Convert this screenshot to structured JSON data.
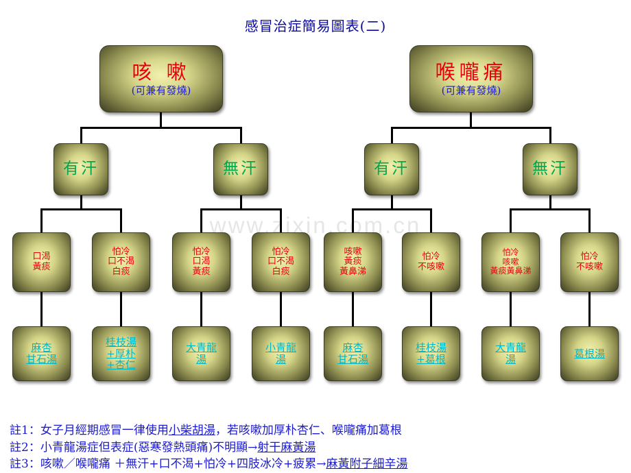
{
  "title": "感冒治症簡易圖表(二)",
  "watermark": "www.zixin.com.cn",
  "colors": {
    "title": "#0a0aa0",
    "symptom_red": "#e8000d",
    "subtitle_blue": "#1b1bcd",
    "sweat_green": "#00a650",
    "prescription_cyan": "#00b7c8",
    "note_blue": "#1b1bcd",
    "box_fill": "#d6d68a",
    "box_edge": "#3b3b20"
  },
  "trees": [
    {
      "root": {
        "line1": "咳 嗽",
        "line2": "(可兼有發燒)"
      },
      "branches": [
        {
          "label": "有汗",
          "symptoms": [
            {
              "line1": "口渴",
              "line2": "黃痰",
              "line3": ""
            },
            {
              "line1": "怕冷",
              "line2": "口不渴",
              "line3": "白痰"
            }
          ],
          "prescriptions": [
            {
              "line1": "麻杏",
              "line2": "甘石湯",
              "line3": ""
            },
            {
              "line1": "桂枝湯",
              "line2": "+厚朴",
              "line3": "+杏仁"
            }
          ]
        },
        {
          "label": "無汗",
          "symptoms": [
            {
              "line1": "怕冷",
              "line2": "口渴",
              "line3": "黃痰"
            },
            {
              "line1": "怕冷",
              "line2": "口不渴",
              "line3": "白痰"
            }
          ],
          "prescriptions": [
            {
              "line1": "大青龍",
              "line2": "湯",
              "line3": ""
            },
            {
              "line1": "小青龍",
              "line2": "湯",
              "line3": ""
            }
          ]
        }
      ]
    },
    {
      "root": {
        "line1": "喉嚨痛",
        "line2": "(可兼有發燒)"
      },
      "branches": [
        {
          "label": "有汗",
          "symptoms": [
            {
              "line1": "咳嗽",
              "line2": "黃痰",
              "line3": "黃鼻涕"
            },
            {
              "line1": "怕冷",
              "line2": "不咳嗽",
              "line3": ""
            }
          ],
          "prescriptions": [
            {
              "line1": "麻杏",
              "line2": "甘石湯",
              "line3": ""
            },
            {
              "line1": "桂枝湯",
              "line2": "+葛根",
              "line3": ""
            }
          ]
        },
        {
          "label": "無汗",
          "symptoms": [
            {
              "line1": "怕冷",
              "line2": "咳嗽",
              "line3": "黃痰黃鼻涕"
            },
            {
              "line1": "怕冷",
              "line2": "不咳嗽",
              "line3": ""
            }
          ],
          "prescriptions": [
            {
              "line1": "大青龍",
              "line2": "湯",
              "line3": ""
            },
            {
              "line1": "葛根湯",
              "line2": "",
              "line3": ""
            }
          ]
        }
      ]
    }
  ],
  "notes": [
    {
      "parts": [
        {
          "text": "註1：女子月經期感冒一律使用",
          "underline": false
        },
        {
          "text": "小柴胡湯",
          "underline": true
        },
        {
          "text": "，若咳嗽加厚朴杏仁、喉嚨痛加葛根",
          "underline": false
        }
      ]
    },
    {
      "parts": [
        {
          "text": "註2：小青龍湯症但表症(惡寒發熱頭痛)不明顯→",
          "underline": false
        },
        {
          "text": "射干麻黃湯",
          "underline": true
        }
      ]
    },
    {
      "parts": [
        {
          "text": "註3：咳嗽／喉嚨痛 ＋無汗+口不渴+怕冷+四肢冰冷+疲累→",
          "underline": false
        },
        {
          "text": "麻黃附子細辛湯",
          "underline": true
        }
      ]
    }
  ]
}
